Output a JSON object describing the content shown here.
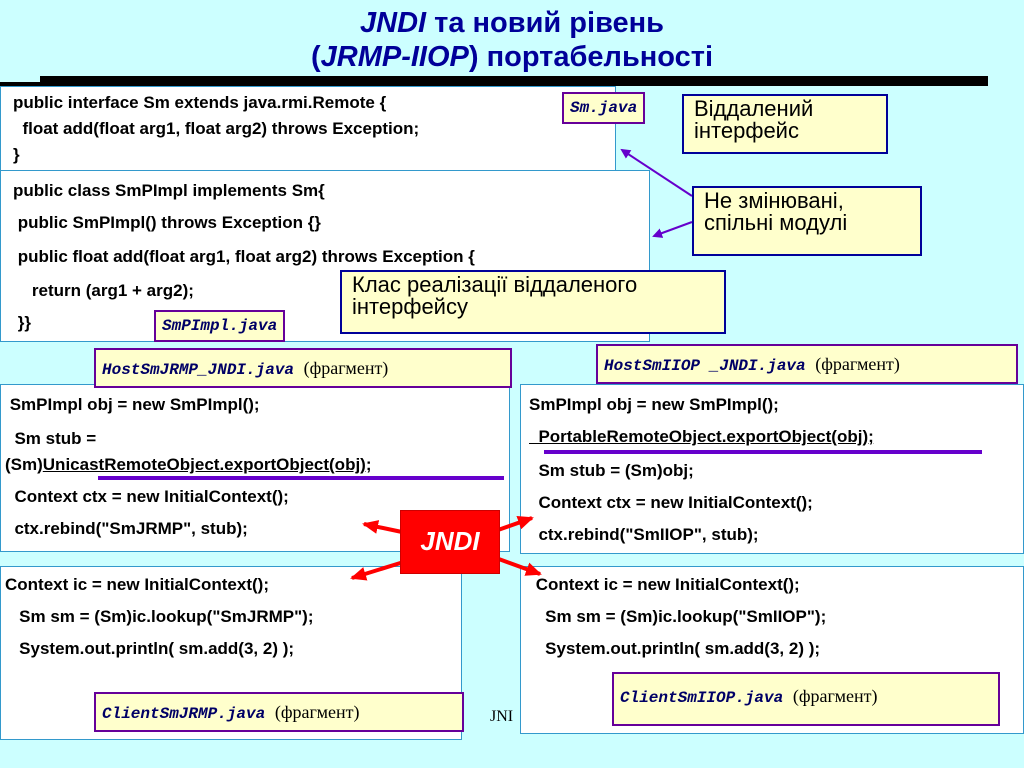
{
  "title": {
    "line1_italic": "JNDI",
    "line1_rest": " та новий рівень",
    "line2_open": "(",
    "line2_italic": "JRMP-IIOP",
    "line2_rest": ") портабельності"
  },
  "interface_box": {
    "lines": [
      "public interface Sm extends java.rmi.Remote {",
      "  float add(float arg1, float arg2) throws Exception;",
      "}"
    ]
  },
  "impl_box": {
    "lines": [
      "public class SmPImpl implements Sm{",
      " public SmPImpl() throws Exception {}",
      " public float add(float arg1, float arg2) throws Exception {",
      "    return (arg1 + arg2);",
      " }}"
    ]
  },
  "labels": {
    "sm_java": "Sm.java",
    "smpimpl_java": "SmPImpl.java",
    "host_jrmp": "HostSmJRMP_JNDI.java",
    "host_iiop": "HostSmIIOP _JNDI.java",
    "client_jrmp": "ClientSmJRMP.java",
    "client_iiop": "ClientSmIIOP.java",
    "fragment": "(фрагмент)"
  },
  "callouts": {
    "remote_interface": "Віддалений інтерфейс",
    "unchanged_modules": "Не змінювані, спільні модулі",
    "impl_class": "Клас реалізації віддаленого інтерфейсу"
  },
  "host_jrmp_box": {
    "lines": [
      " SmPImpl obj = new SmPImpl();",
      "  Sm stub =",
      "  Context ctx = new InitialContext();",
      "  ctx.rebind(\"SmJRMP\", stub);"
    ],
    "cast_prefix": "(Sm)",
    "export_call": "UnicastRemoteObject.exportObject(obj);"
  },
  "host_iiop_box": {
    "lines": [
      "SmPImpl obj = new SmPImpl();",
      "  PortableRemoteObject.exportObject(obj);",
      "  Sm stub = (Sm)obj;",
      "  Context ctx = new InitialContext();",
      "  ctx.rebind(\"SmIIOP\", stub);"
    ]
  },
  "client_jrmp_box": {
    "lines": [
      "Context ic = new InitialContext();",
      "   Sm sm = (Sm)ic.lookup(\"SmJRMP\");",
      "   System.out.println( sm.add(3, 2) );"
    ]
  },
  "client_iiop_box": {
    "lines": [
      " Context ic = new InitialContext();",
      "   Sm sm = (Sm)ic.lookup(\"SmIIOP\");",
      "   System.out.println( sm.add(3, 2) );"
    ]
  },
  "jndi_badge": "JNDI",
  "footer_text": "JNI",
  "colors": {
    "background": "#ccffff",
    "title": "#000099",
    "arrow_purple": "#6600cc",
    "arrow_red": "#ff0000",
    "underline_purple": "#6600cc"
  }
}
